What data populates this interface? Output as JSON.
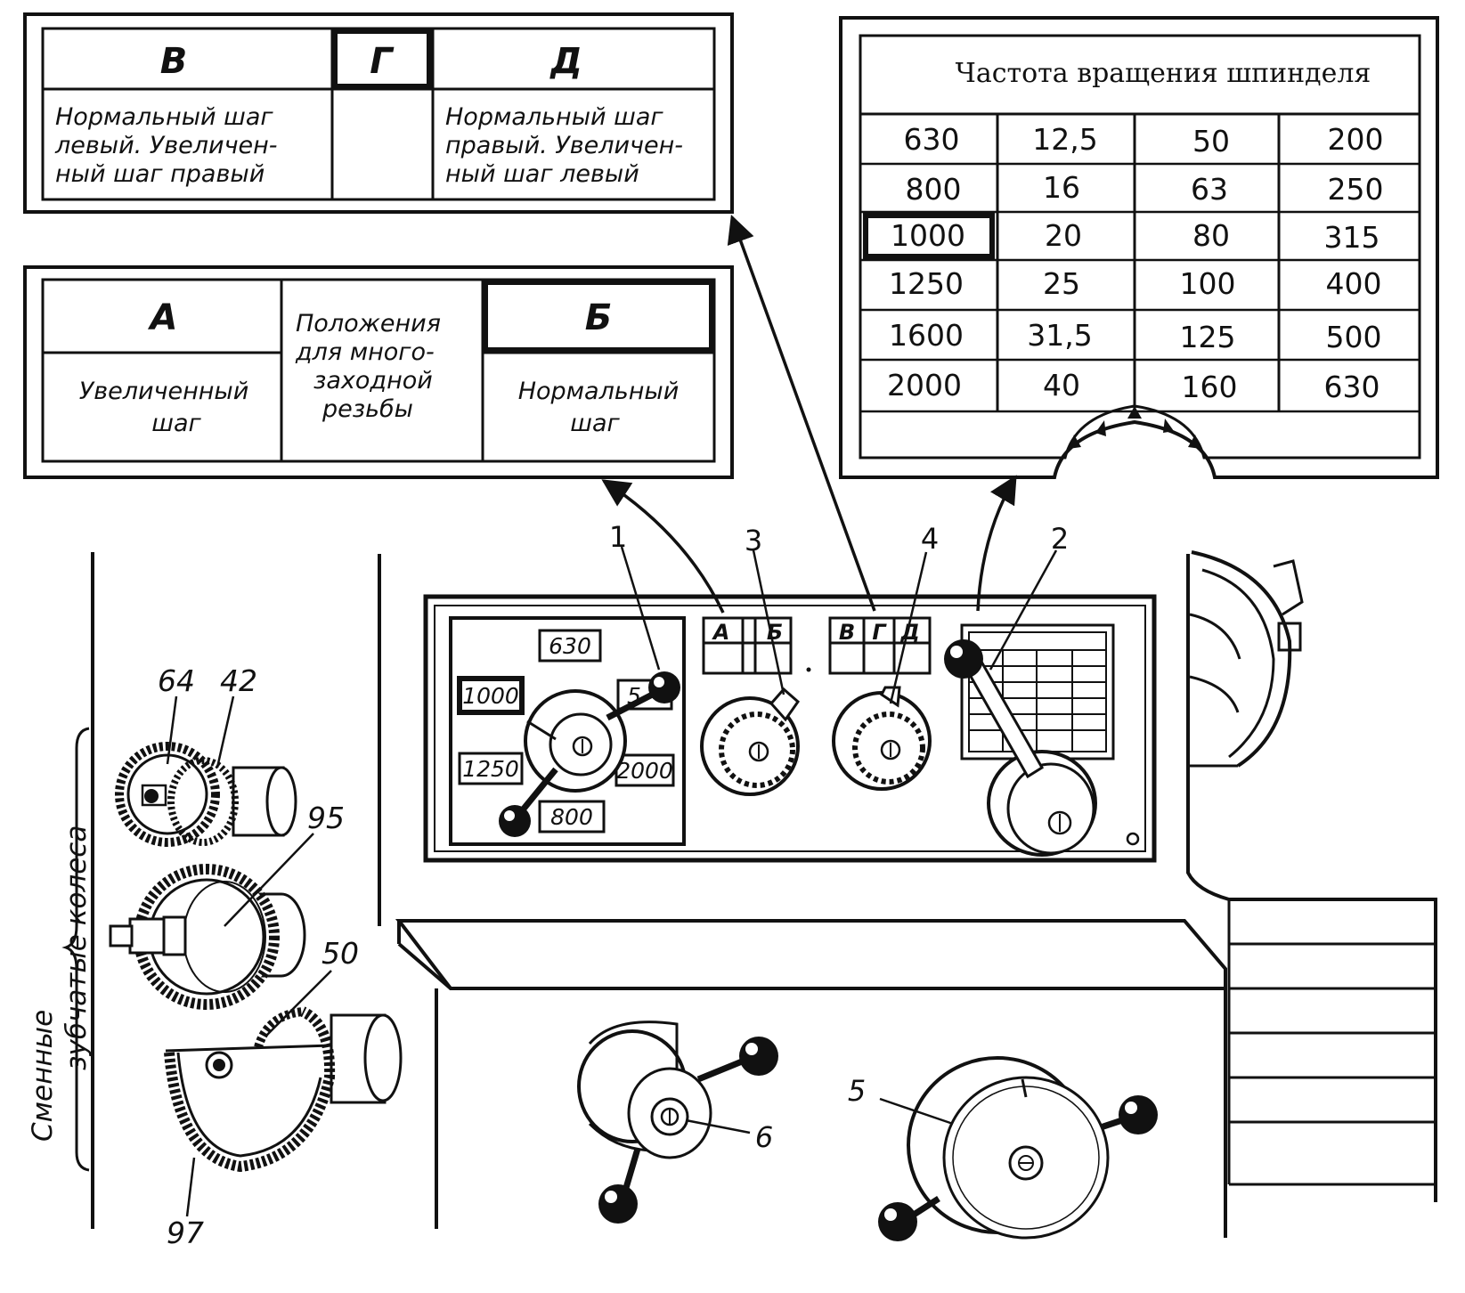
{
  "table_vgd": {
    "headers": [
      "В",
      "Г",
      "Д"
    ],
    "cell_v": [
      "Нормальный  шаг",
      "левый. Увеличен-",
      "ный  шаг  правый"
    ],
    "cell_d": [
      "Нормальный  шаг",
      "правый. Увеличен-",
      "ный  шаг  левый"
    ]
  },
  "table_ab": {
    "headers": [
      "А",
      "Б"
    ],
    "cell_a": [
      "Увеличенный",
      "шаг"
    ],
    "cell_mid": [
      "Положения",
      "для  много-",
      "заходной",
      "резьбы"
    ],
    "cell_b": [
      "Нормальный",
      "шаг"
    ]
  },
  "speed_table": {
    "title": "Частота вращения шпинделя",
    "rows": [
      [
        "630",
        "12,5",
        "50",
        "200"
      ],
      [
        "800",
        "16",
        "63",
        "250"
      ],
      [
        "1000",
        "20",
        "80",
        "315"
      ],
      [
        "1250",
        "25",
        "100",
        "400"
      ],
      [
        "1600",
        "31,5",
        "125",
        "500"
      ],
      [
        "2000",
        "40",
        "160",
        "630"
      ]
    ],
    "highlighted": "1000"
  },
  "callouts": {
    "c1": "1",
    "c2": "2",
    "c3": "3",
    "c4": "4",
    "c5": "5",
    "c6": "6"
  },
  "dial": {
    "v630": "630",
    "v1000": "1000",
    "v1250": "1250",
    "v2000": "2000",
    "v800": "800",
    "v5": "5"
  },
  "plate_letters": {
    "a": "А",
    "b": "Б",
    "v": "В",
    "g": "Г",
    "d": "Д"
  },
  "gears": {
    "g64": "64",
    "g42": "42",
    "g95": "95",
    "g50": "50",
    "g97": "97",
    "caption": [
      "Сменные",
      "зубчатые  колеса"
    ]
  }
}
